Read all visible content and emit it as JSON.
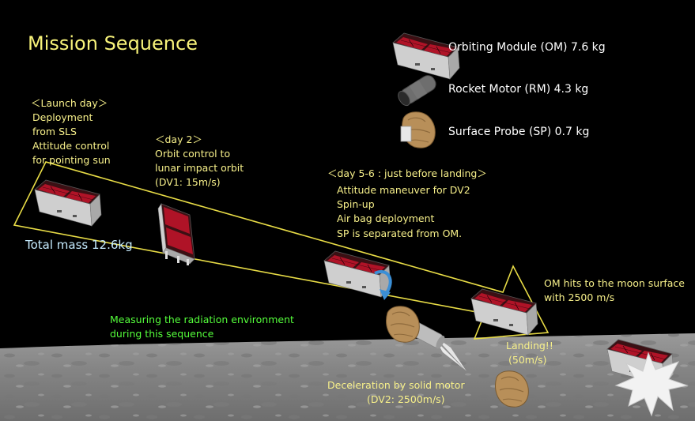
{
  "title": "Mission Sequence",
  "legend": [
    {
      "label": "Orbiting Module (OM) 7.6 kg",
      "icon": "orbiting-module-icon"
    },
    {
      "label": "Rocket Motor (RM)   4.3 kg",
      "icon": "rocket-motor-icon"
    },
    {
      "label": "Surface Probe (SP)   0.7 kg",
      "icon": "surface-probe-icon"
    }
  ],
  "launch": {
    "heading": "＜Launch day＞",
    "lines": [
      "Deployment",
      "from SLS",
      "Attitude control",
      "for pointing sun"
    ]
  },
  "day2": {
    "heading": "＜day 2＞",
    "lines": [
      "Orbit control to",
      "lunar impact orbit",
      "(DV1: 15m/s)"
    ]
  },
  "day56": {
    "heading": "＜day 5-6 : just before landing＞",
    "lines": [
      "Attitude maneuver for DV2",
      "Spin-up",
      "Air bag deployment",
      "SP is separated from OM."
    ]
  },
  "total_mass": "Total mass 12.6kg",
  "radiation": [
    "Measuring the radiation environment",
    "during this sequence"
  ],
  "impact": [
    "OM hits to the moon surface",
    "with 2500 m/s"
  ],
  "landing": [
    "Landing!!",
    "(50m/s)"
  ],
  "deceleration": [
    "Deceleration by solid motor",
    "(DV2: 2500m/s)"
  ],
  "colors": {
    "background": "#000000",
    "yellow_text": "#f7f08a",
    "green_text": "#55ff3b",
    "cyan_text": "#c6ecff",
    "arrow_outline": "#e8dc46",
    "panel_red": "#c4142a",
    "moon_surface": "#8c8c8c"
  }
}
